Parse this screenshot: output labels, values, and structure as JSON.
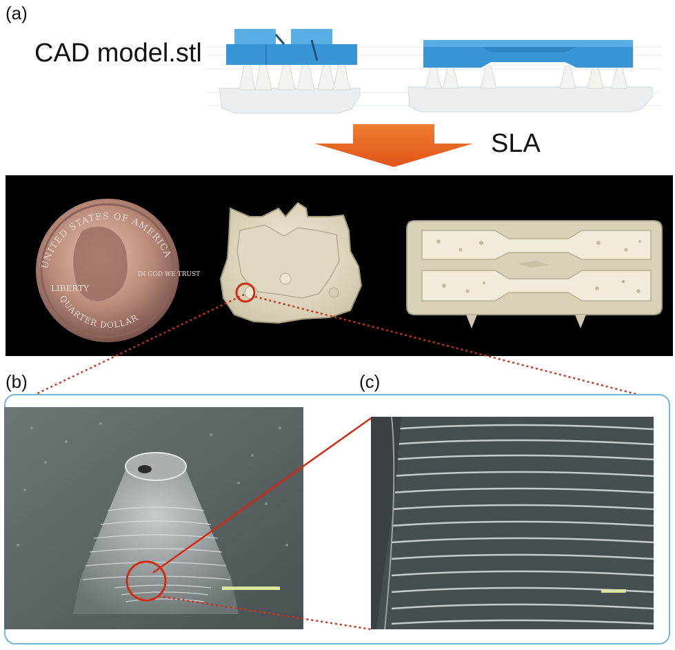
{
  "labels": {
    "a": "(a)",
    "b": "(b)",
    "c": "(c)"
  },
  "cad_label": "CAD model.stl",
  "process_label": "SLA",
  "coin_text": {
    "top": "UNITED STATES OF AMERICA",
    "liberty": "LIBERTY",
    "in_god_we_trust": "IN GOD WE TRUST",
    "bottom": "QUARTER DOLLAR"
  },
  "colors": {
    "cad_blue": "#3a95d6",
    "support_gray": "#e4e8ea",
    "arrow_orange": "#ea6a25",
    "frame_blue": "#6fb7d6",
    "zoom_red": "#d42a12",
    "scale_bar": "#d9e6a0"
  }
}
